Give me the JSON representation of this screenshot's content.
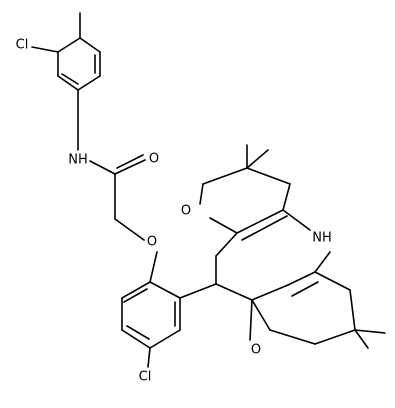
{
  "atom_labels": {
    "cl_top": "Cl",
    "nh_amide": "NH",
    "o_carbonyl_amide": "O",
    "o_ether": "O",
    "o_ketone_top": "O",
    "nh_ring": "NH",
    "o_ketone_bottom": "O",
    "cl_bottom": "Cl"
  }
}
